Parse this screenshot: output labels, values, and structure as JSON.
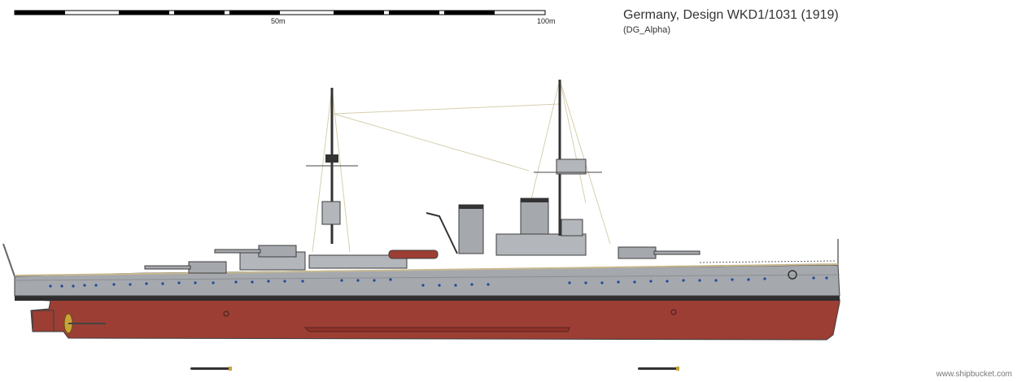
{
  "header": {
    "title": "Germany, Design WKD1/1031 (1919)",
    "author": "(DG_Alpha)"
  },
  "scale": {
    "label_mid": "50m",
    "label_end": "100m"
  },
  "footer": {
    "site": "www.shipbucket.com"
  },
  "colors": {
    "hull_upper": "#a5a8ad",
    "hull_lower": "#9c3e34",
    "superstructure": "#b3b6ba",
    "deck": "#c7b98f",
    "outline": "#3d3d3d",
    "portholes": "#1d4a9a",
    "rigging": "#d9d2b4"
  }
}
